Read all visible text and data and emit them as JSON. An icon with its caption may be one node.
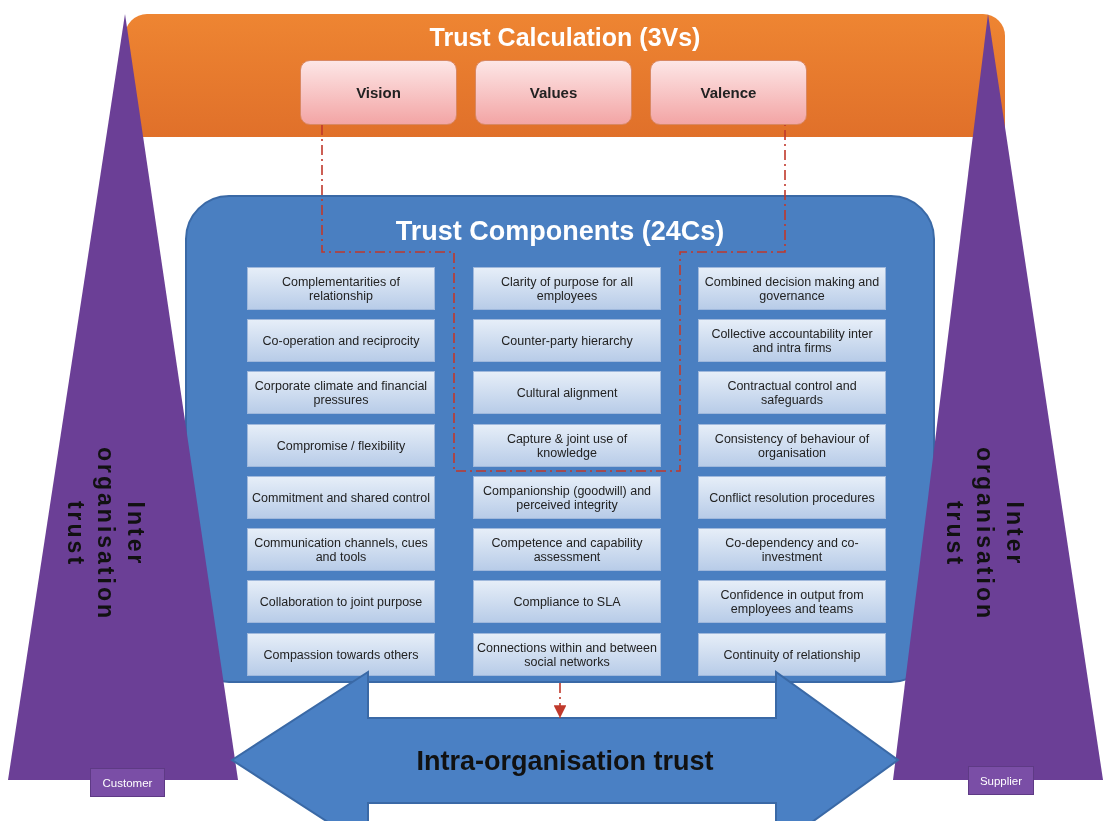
{
  "diagram": {
    "nodes": [
      {
        "text": [
          "Trust Calculation (3Vs)"
        ]
      },
      {
        "text": [
          "Vision"
        ],
        "in": 0
      },
      {
        "text": [
          "Values"
        ],
        "in": 0
      },
      {
        "text": [
          "Valence"
        ],
        "in": 0
      },
      {
        "text": [
          "Trust Components (24Cs)"
        ]
      },
      {
        "text": [
          "Complementarities of relationship"
        ],
        "in": 4
      },
      {
        "text": [
          "Clarity of purpose for all employees"
        ],
        "in": 4
      },
      {
        "text": [
          "Combined decision making and governance"
        ],
        "in": 4
      },
      {
        "text": [
          "Co-operation and reciprocity"
        ],
        "in": 4
      },
      {
        "text": [
          "Counter-party hierarchy"
        ],
        "in": 4
      },
      {
        "text": [
          "Collective accountability inter and intra firms"
        ],
        "in": 4
      },
      {
        "text": [
          "Corporate climate and financial pressures"
        ],
        "in": 4
      },
      {
        "text": [
          "Cultural alignment"
        ],
        "in": 4
      },
      {
        "text": [
          "Contractual control and safeguards"
        ],
        "in": 4
      },
      {
        "text": [
          "Compromise / flexibility"
        ],
        "in": 4
      },
      {
        "text": [
          "Capture & joint use of knowledge"
        ],
        "in": 4
      },
      {
        "text": [
          "Consistency of behaviour of organisation"
        ],
        "in": 4
      },
      {
        "text": [
          "Commitment and shared control"
        ],
        "in": 4
      },
      {
        "text": [
          "Companionship (goodwill) and perceived integrity"
        ],
        "in": 4
      },
      {
        "text": [
          "Conflict resolution procedures"
        ],
        "in": 4
      },
      {
        "text": [
          "Communication channels, cues and tools"
        ],
        "in": 4
      },
      {
        "text": [
          "Competence and capability assessment"
        ],
        "in": 4
      },
      {
        "text": [
          "Co-dependency and co-investment"
        ],
        "in": 4
      },
      {
        "text": [
          "Collaboration to joint purpose"
        ],
        "in": 4
      },
      {
        "text": [
          "Compliance to SLA"
        ],
        "in": 4
      },
      {
        "text": [
          "Confidence in output from employees and teams"
        ],
        "in": 4
      },
      {
        "text": [
          "Compassion towards others"
        ],
        "in": 4
      },
      {
        "text": [
          "Connections within and between social networks"
        ],
        "in": 4
      },
      {
        "text": [
          "Continuity of relationship"
        ],
        "in": 4
      },
      {
        "text": [
          "Inter organisation trust"
        ]
      },
      {
        "text": [
          "Inter organisation trust"
        ]
      },
      {
        "text": [
          "Intra-organisation trust"
        ]
      },
      {
        "text": [
          "Customer"
        ]
      },
      {
        "text": [
          "Supplier"
        ]
      }
    ],
    "edges": [
      {
        "from": 1,
        "to": 3,
        "arrow": "none",
        "style": "dashed"
      },
      {
        "from": 4,
        "to": 31,
        "arrow": "to",
        "style": "dashed"
      }
    ]
  }
}
